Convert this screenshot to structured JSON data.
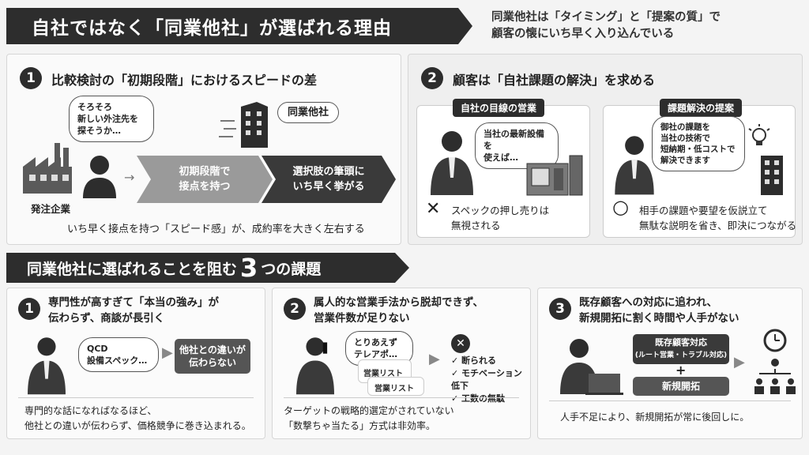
{
  "header": {
    "title": "自社ではなく「同業他社」が選ばれる理由",
    "subtitle_line1": "同業他社は「タイミング」と「提案の質」で",
    "subtitle_line2": "顧客の懐にいち早く入り込んでいる"
  },
  "panel1": {
    "number": "1",
    "title": "比較検討の「初期段階」におけるスピードの差",
    "bubble": [
      "そろそろ",
      "新しい外注先を",
      "探そうか…"
    ],
    "client_label": "発注企業",
    "competitor_label": "同業他社",
    "step1": [
      "初期段階で",
      "接点を持つ"
    ],
    "step2": [
      "選択肢の筆頭に",
      "いち早く挙がる"
    ],
    "caption": "いち早く接点を持つ「スピード感」が、成約率を大きく左右する"
  },
  "panel2": {
    "number": "2",
    "title": "顧客は「自社課題の解決」を求める",
    "left": {
      "tag": "自社の目線の営業",
      "bubble": [
        "当社の最新設備を",
        "使えば…"
      ],
      "mark": "✕",
      "text": [
        "スペックの押し売りは",
        "無視される"
      ]
    },
    "right": {
      "tag": "課題解決の提案",
      "bubble": [
        "御社の課題を",
        "当社の技術で",
        "短納期・低コストで",
        "解決できます"
      ],
      "mark": "○",
      "text": [
        "相手の課題や要望を仮説立て",
        "無駄な説明を省き、即決につながる"
      ]
    }
  },
  "section2": {
    "title_prefix": "同業他社に選ばれることを阻む",
    "title_number": "3",
    "title_suffix": "つの課題"
  },
  "card1": {
    "number": "1",
    "title": [
      "専門性が高すぎて「本当の強み」が",
      "伝わらず、商談が長引く"
    ],
    "bubble": [
      "QCD",
      "設備スペック…"
    ],
    "box": [
      "他社との違いが",
      "伝わらない"
    ],
    "caption": [
      "専門的な話になればなるほど、",
      "他社との違いが伝わらず、価格競争に巻き込まれる。"
    ]
  },
  "card2": {
    "number": "2",
    "title": [
      "属人的な営業手法から脱却できず、",
      "営業件数が足りない"
    ],
    "bubble": [
      "とりあえず",
      "テレアポ…"
    ],
    "list1": "営業リスト",
    "list2": "営業リスト",
    "results": [
      "断られる",
      "モチベーション低下",
      "工数の無駄"
    ],
    "caption": [
      "ターゲットの戦略的選定がされていない",
      "「数撃ちゃ当たる」方式は非効率。"
    ]
  },
  "card3": {
    "number": "3",
    "title": [
      "既存顧客への対応に追われ、",
      "新規開拓に割く時間や人手がない"
    ],
    "box1": [
      "既存顧客対応",
      "(ルート営業・トラブル対応)"
    ],
    "plus": "+",
    "box2": "新規開拓",
    "caption": "人手不足により、新規開拓が常に後回しに。"
  },
  "icons": [
    "factory-icon",
    "person-icon",
    "building-icon",
    "businessman-icon",
    "machine-icon",
    "lightbulb-icon",
    "clock-icon",
    "org-chart-icon",
    "laptop-icon",
    "arrow-icon"
  ],
  "colors": {
    "dark": "#2d2d2d",
    "mid": "#555555",
    "light": "#e4e4e4"
  }
}
